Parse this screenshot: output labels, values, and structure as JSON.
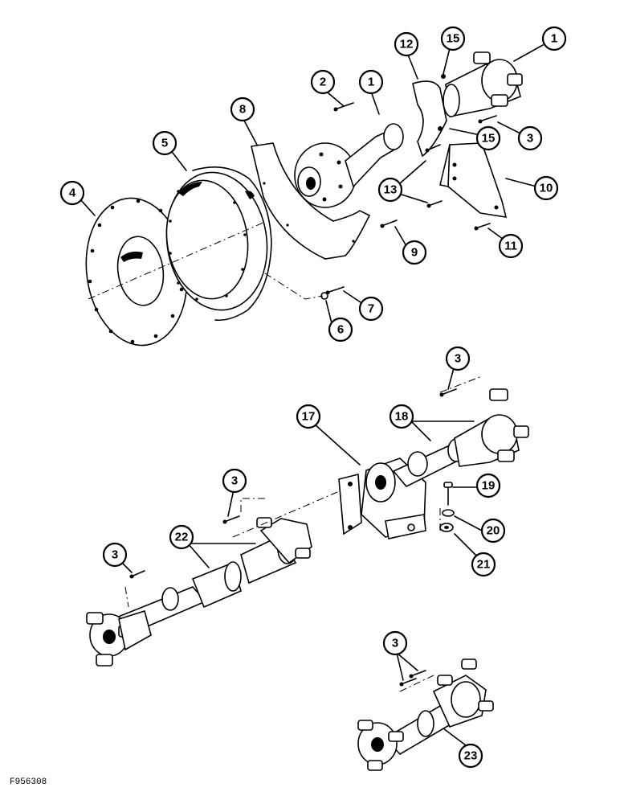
{
  "drawing": {
    "figure_code": "F956308",
    "callouts": [
      {
        "label": "1"
      },
      {
        "label": "2"
      },
      {
        "label": "1"
      },
      {
        "label": "12"
      },
      {
        "label": "15"
      },
      {
        "label": "15"
      },
      {
        "label": "3"
      },
      {
        "label": "8"
      },
      {
        "label": "5"
      },
      {
        "label": "4"
      },
      {
        "label": "13"
      },
      {
        "label": "10"
      },
      {
        "label": "9"
      },
      {
        "label": "11"
      },
      {
        "label": "7"
      },
      {
        "label": "6"
      },
      {
        "label": "3"
      },
      {
        "label": "17"
      },
      {
        "label": "18"
      },
      {
        "label": "3"
      },
      {
        "label": "19"
      },
      {
        "label": "22"
      },
      {
        "label": "20"
      },
      {
        "label": "21"
      },
      {
        "label": "3"
      },
      {
        "label": "3"
      },
      {
        "label": "23"
      }
    ]
  }
}
